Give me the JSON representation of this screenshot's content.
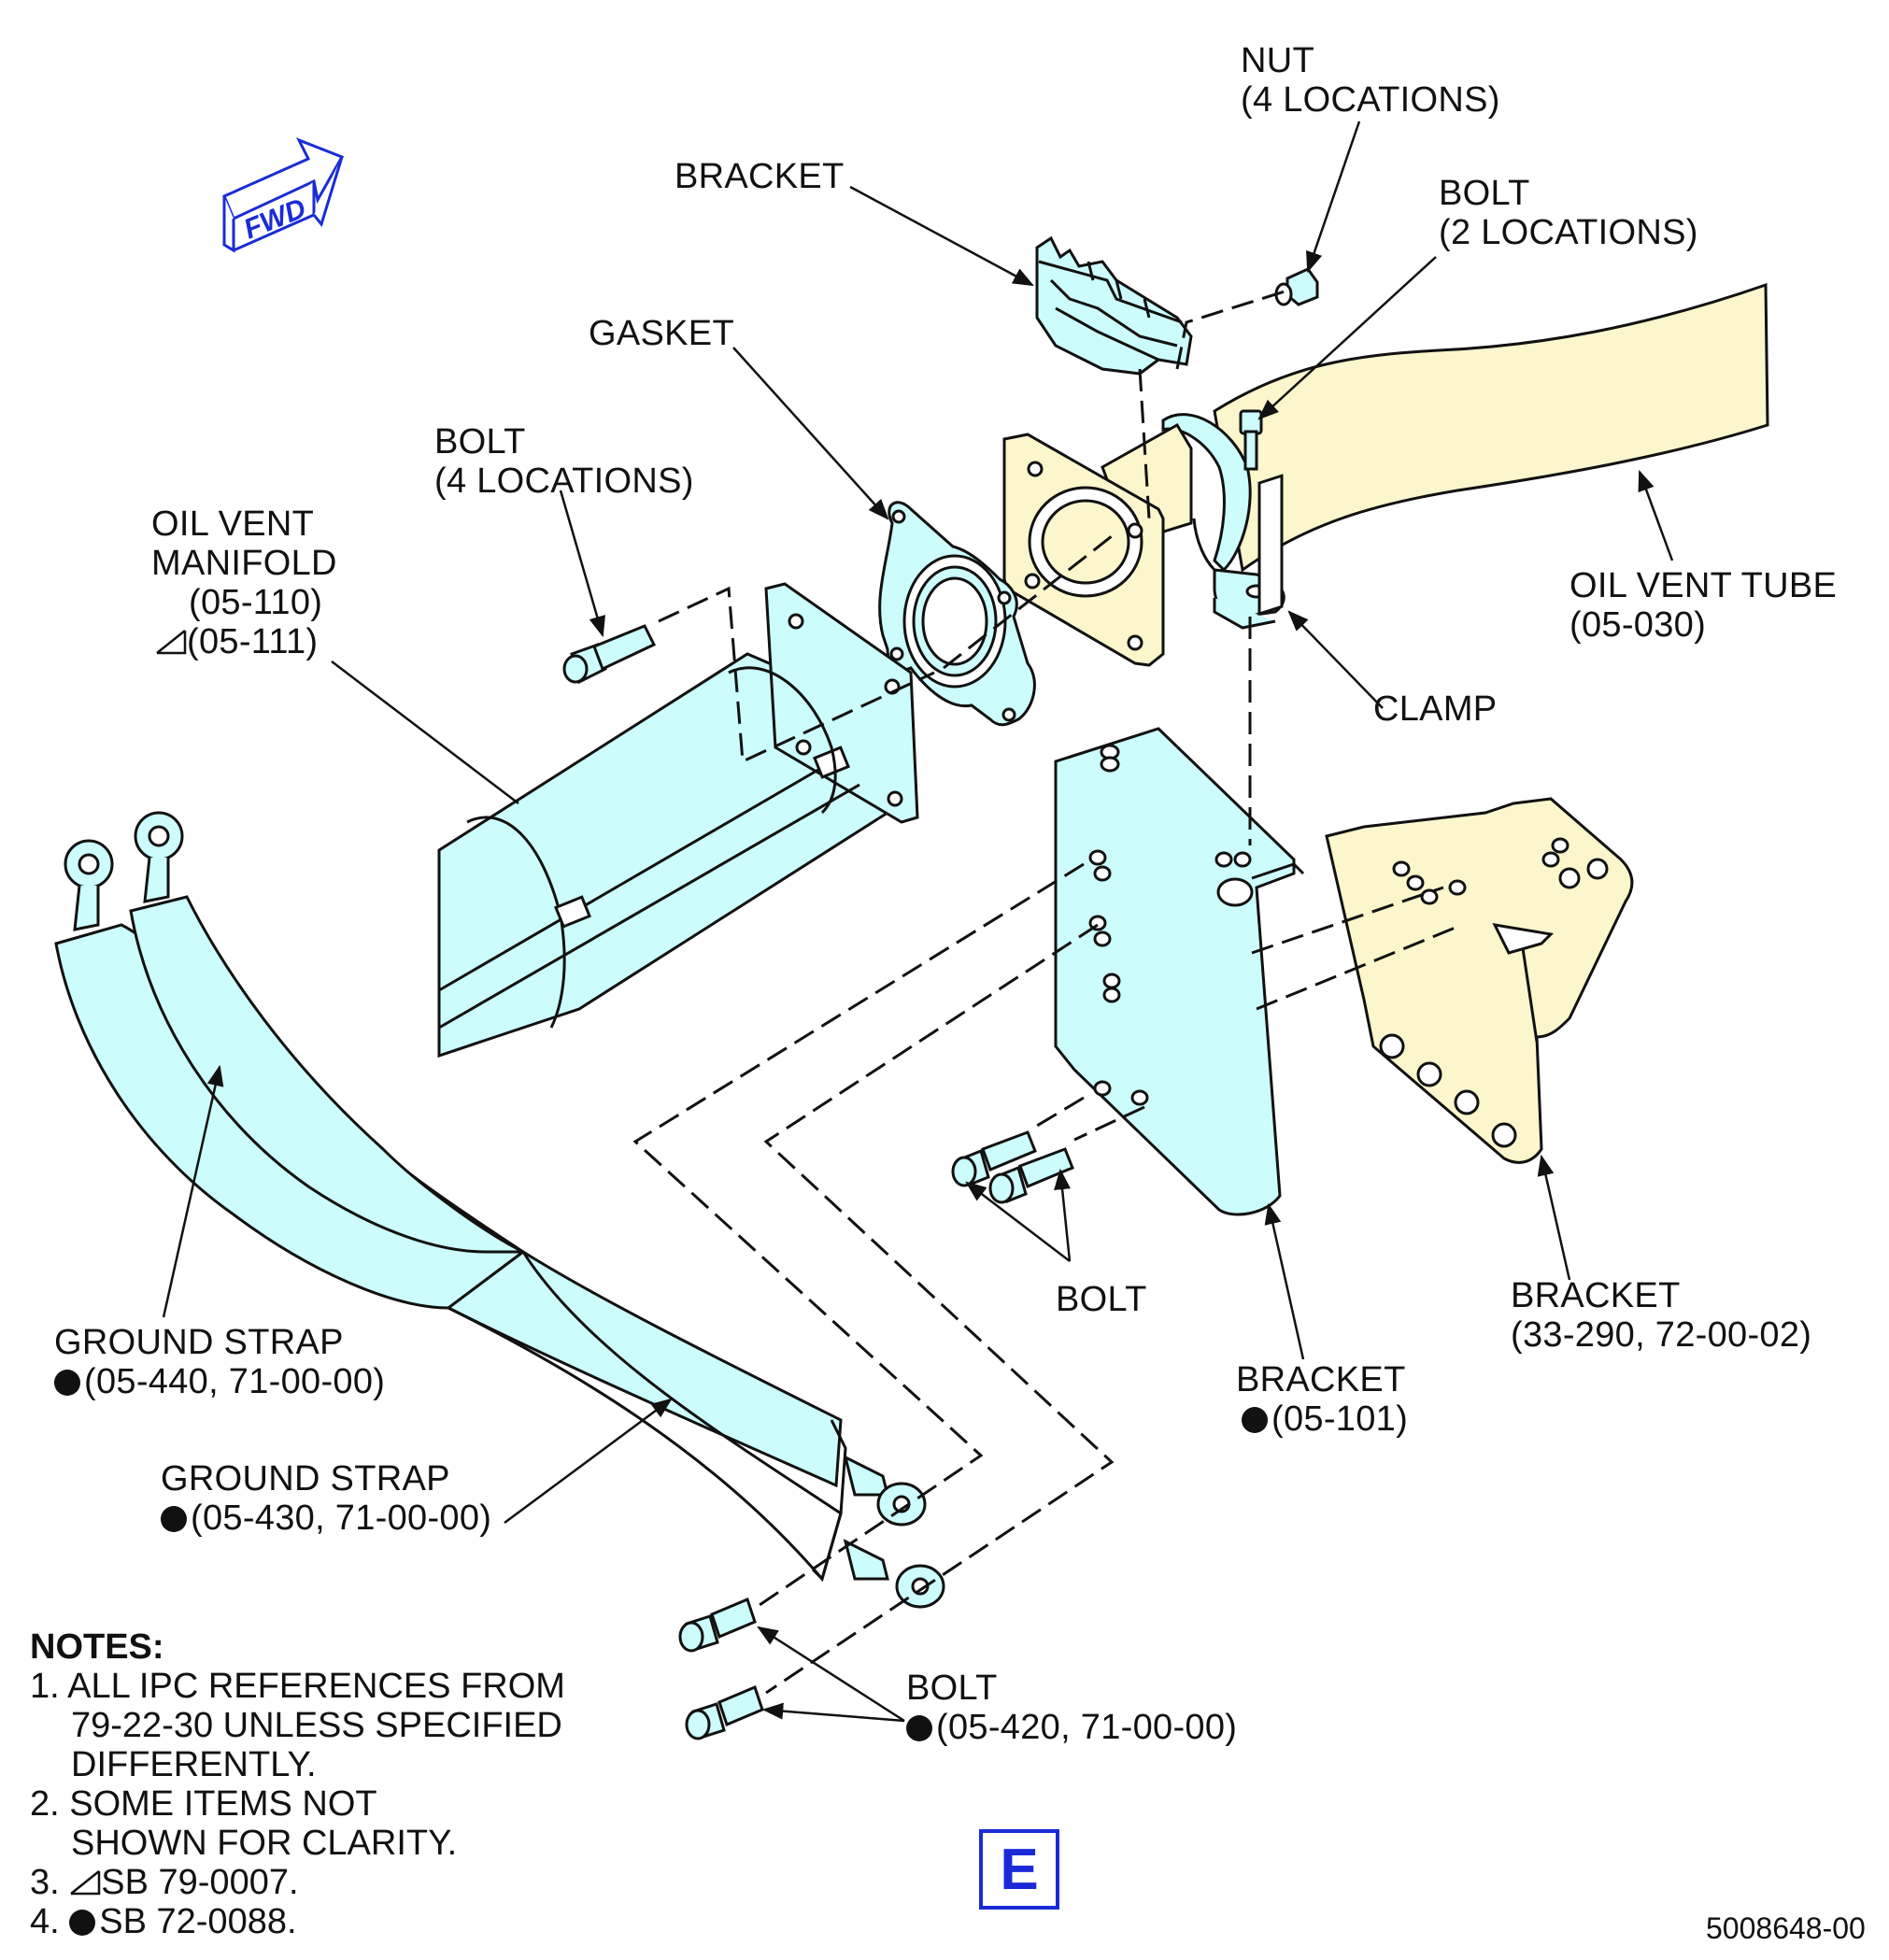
{
  "fwd": "FWD",
  "labels": {
    "nut": [
      "NUT",
      "(4 LOCATIONS)"
    ],
    "bracket_top": "BRACKET",
    "bolt_2loc": [
      "BOLT",
      "(2 LOCATIONS)"
    ],
    "gasket": "GASKET",
    "bolt_4loc": [
      "BOLT",
      "(4 LOCATIONS)"
    ],
    "oil_vent_manifold": [
      "OIL VENT",
      "MANIFOLD",
      "(05-110)",
      "(05-111)"
    ],
    "oil_vent_tube": [
      "OIL VENT TUBE",
      "(05-030)"
    ],
    "clamp": "CLAMP",
    "bolt_mid": "BOLT",
    "bracket_33290": [
      "BRACKET",
      "(33-290, 72-00-02)"
    ],
    "bracket_05101": [
      "BRACKET",
      "(05-101)"
    ],
    "ground_strap_440": [
      "GROUND STRAP",
      "(05-440, 71-00-00)"
    ],
    "ground_strap_430": [
      "GROUND STRAP",
      "(05-430, 71-00-00)"
    ],
    "bolt_05420": [
      "BOLT",
      "(05-420, 71-00-00)"
    ]
  },
  "notes": {
    "title": "NOTES:",
    "lines": [
      "1. ALL IPC REFERENCES FROM",
      "79-22-30 UNLESS SPECIFIED",
      "DIFFERENTLY.",
      "2. SOME ITEMS NOT",
      "SHOWN FOR CLARITY.",
      "3.",
      "SB 79-0007.",
      "4.",
      "SB 72-0088."
    ]
  },
  "view_label": "E",
  "doc_number": "5008648-00",
  "colors": {
    "cyan_part": "#ccfcfc",
    "yellow_part": "#fbf6cc",
    "fwd_blue": "#1a2bd6",
    "line": "#111111"
  }
}
